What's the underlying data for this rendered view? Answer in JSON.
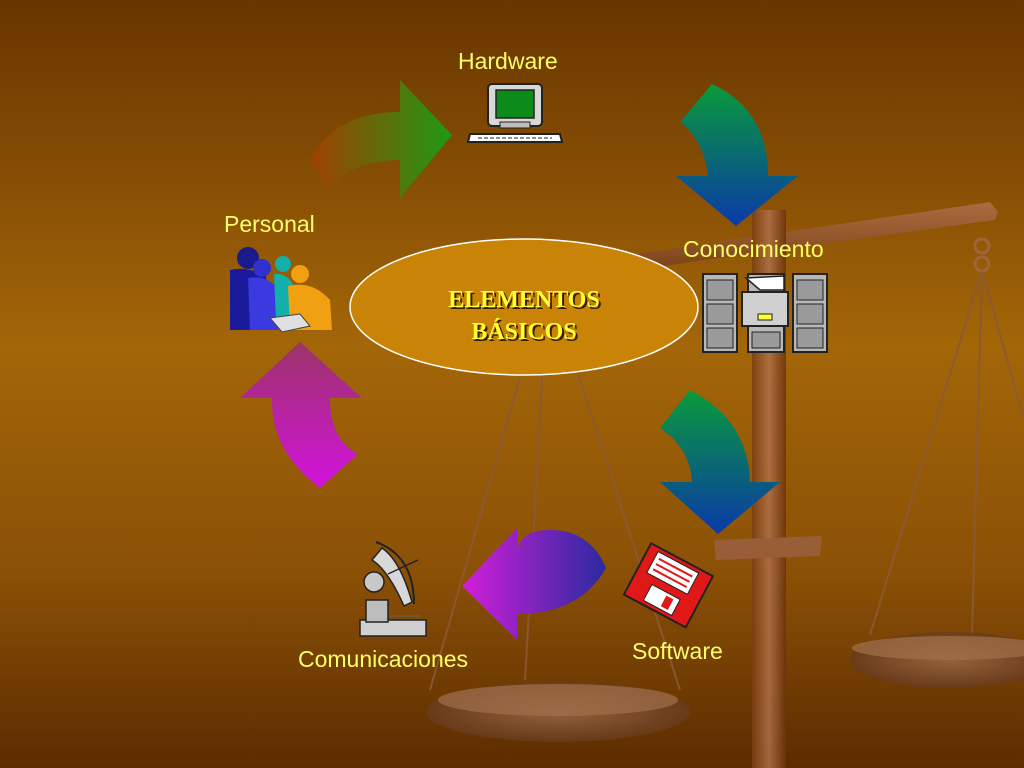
{
  "center": {
    "line1": "ELEMENTOS",
    "line2": "BÁSICOS"
  },
  "nodes": {
    "hardware": "Hardware",
    "conocimiento": "Conocimiento",
    "software": "Software",
    "comunicaciones": "Comunicaciones",
    "personal": "Personal"
  },
  "colors": {
    "label": "#ffff66",
    "title": "#ffff33",
    "ellipse_fill": "#c98306",
    "background_top": "#6b3800",
    "background_mid": "#a8690a"
  },
  "icons": [
    "computer-icon",
    "file-cabinet-icon",
    "floppy-disk-icon",
    "satellite-dish-icon",
    "people-icon",
    "scale-icon"
  ]
}
